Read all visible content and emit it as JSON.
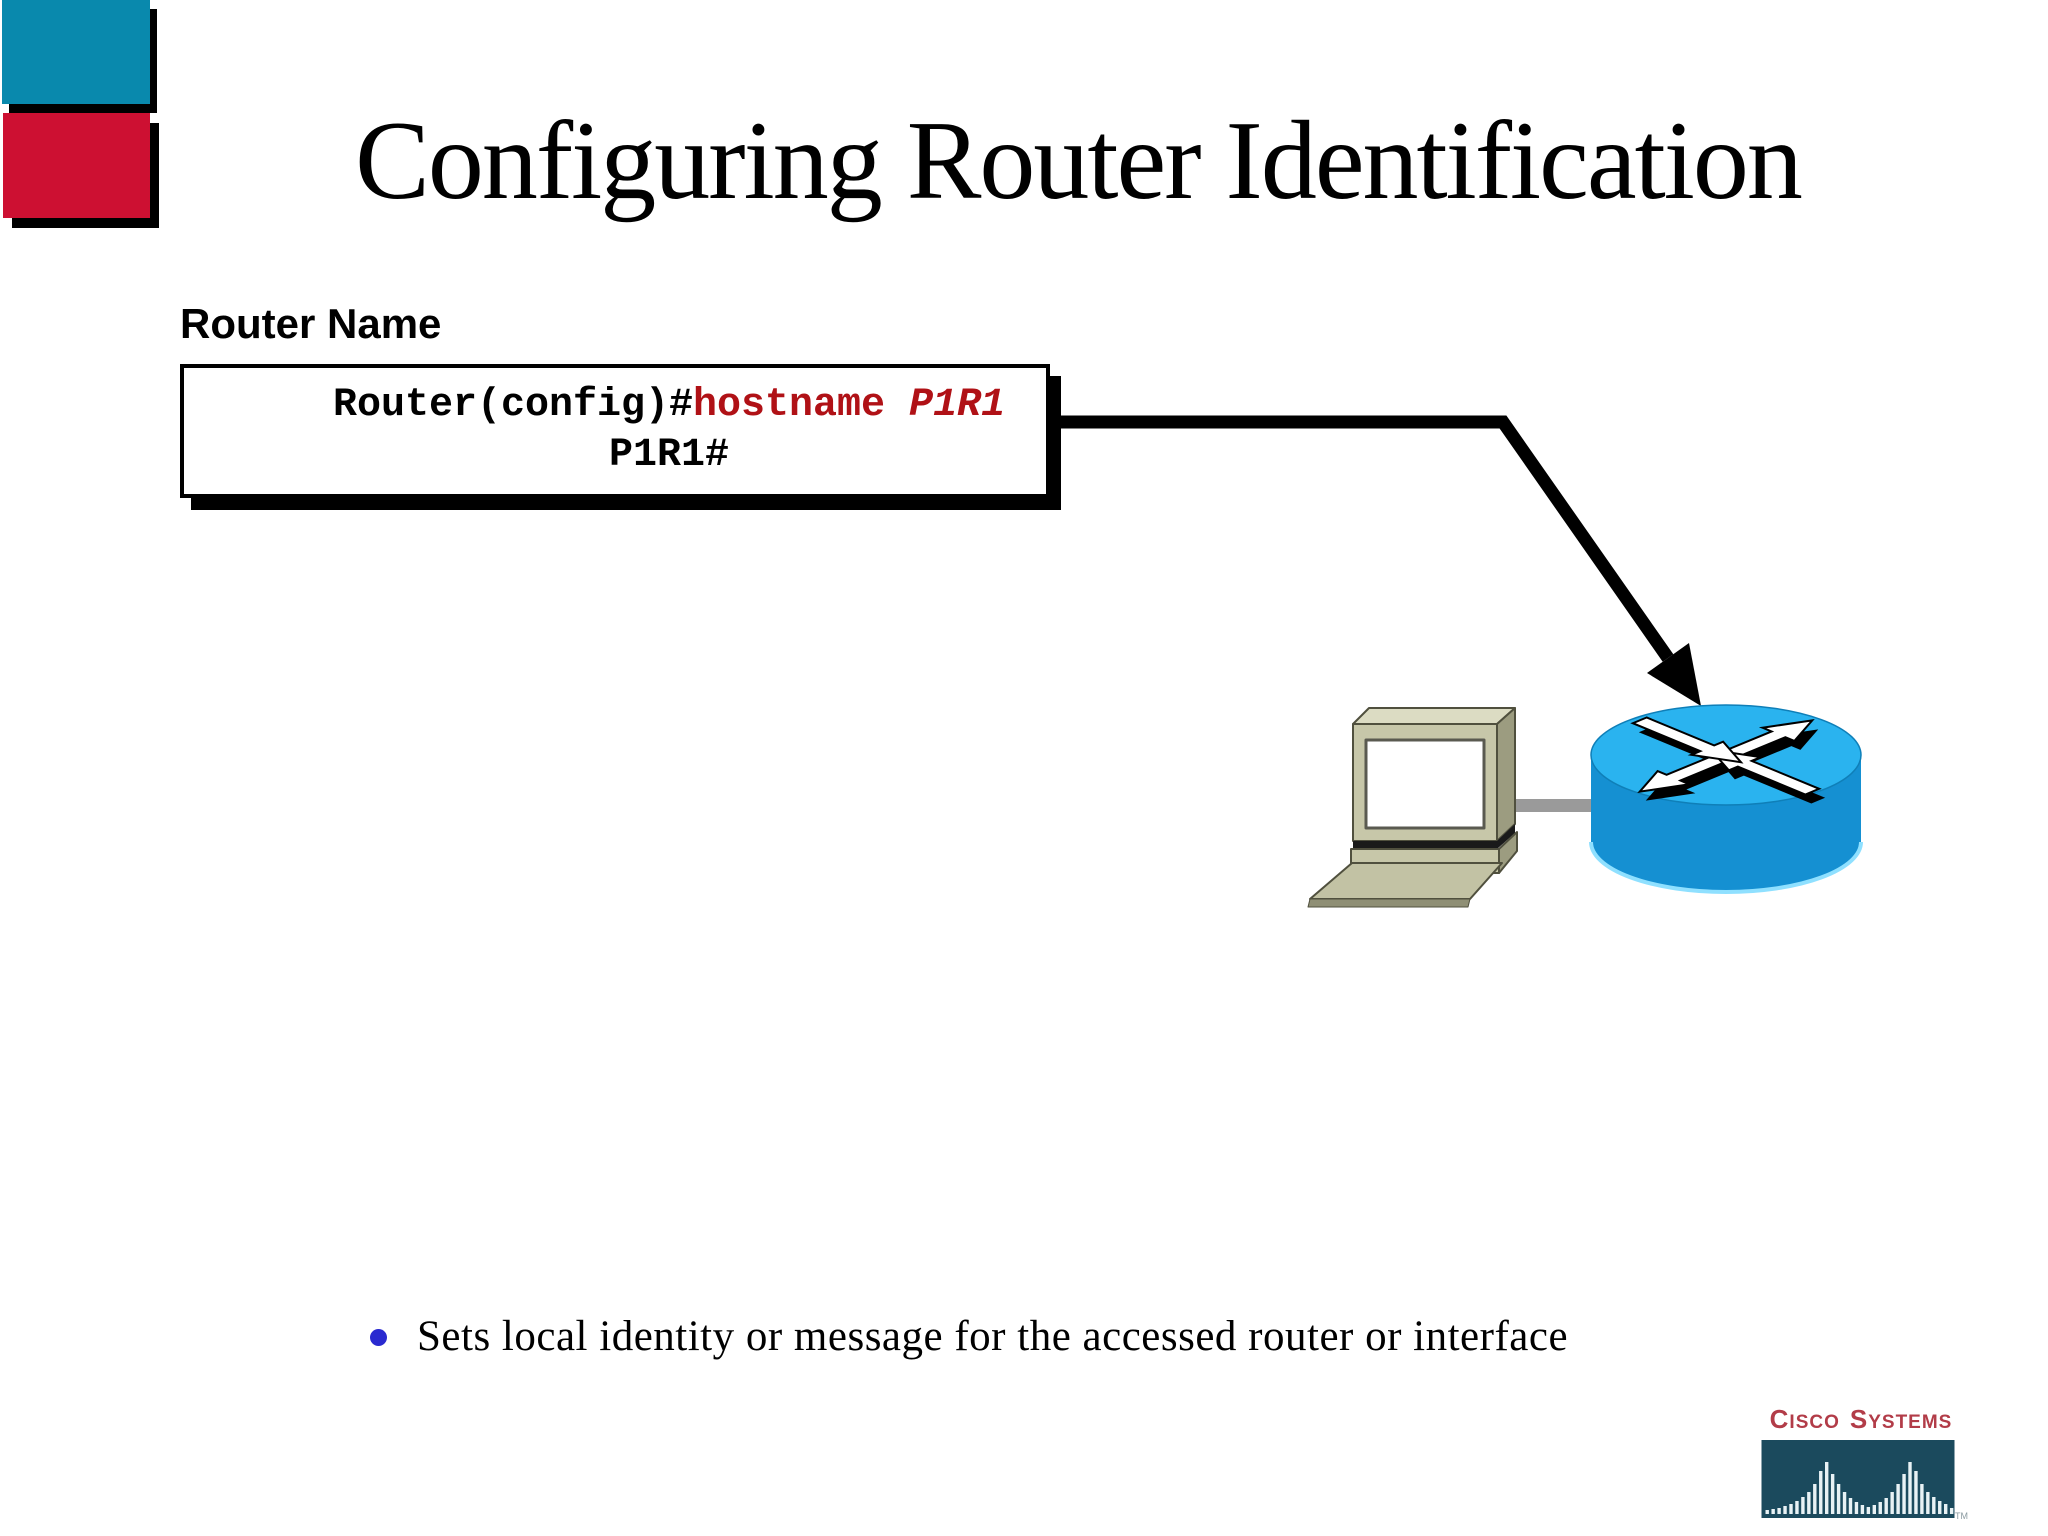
{
  "slide": {
    "title": "Configuring Router Identification",
    "section_label": "Router Name",
    "code": {
      "line1_prompt": "Router(config)#",
      "line1_keyword": "hostname ",
      "line1_arg": "P1R1",
      "line2": "P1R1#"
    },
    "bullet_text": "Sets local identity or message for the accessed router or interface",
    "logo": {
      "brand": "Cisco Systems",
      "word1_initial": "C",
      "word1_rest": "ISCO",
      "word2_initial": "S",
      "word2_rest": "YSTEMS",
      "tm": "TM",
      "bars": [
        4,
        5,
        6,
        8,
        10,
        13,
        17,
        22,
        30,
        43,
        52,
        40,
        30,
        22,
        16,
        12,
        9,
        7,
        9,
        12,
        16,
        22,
        30,
        40,
        52,
        43,
        30,
        22,
        17,
        13,
        10,
        6
      ]
    }
  },
  "icons": {
    "router": "cisco-router-cylinder-with-crossing-arrows",
    "computer": "desktop-terminal-monitor-keyboard",
    "arrow": "thick-black-bent-pointer-arrow"
  },
  "colors": {
    "teal": "#0989ad",
    "red": "#cd1032",
    "code_red": "#b01116",
    "router_top": "#2ab3ef",
    "router_side": "#1590d2",
    "router_rim": "#8fe0ff",
    "beige_front": "#c7c7a9",
    "beige_top": "#dcdcc3",
    "beige_side": "#9c9c80",
    "keyboard": "#c2c2a4",
    "keyboard_edge": "#8f8f75",
    "cable_gray": "#9a9a9a",
    "outline": "#50503e",
    "logo_red": "#b23c48",
    "logo_navy": "#1b4a5d",
    "bar_white": "#e8f2f5",
    "bullet_blue": "#2a2ad0"
  }
}
